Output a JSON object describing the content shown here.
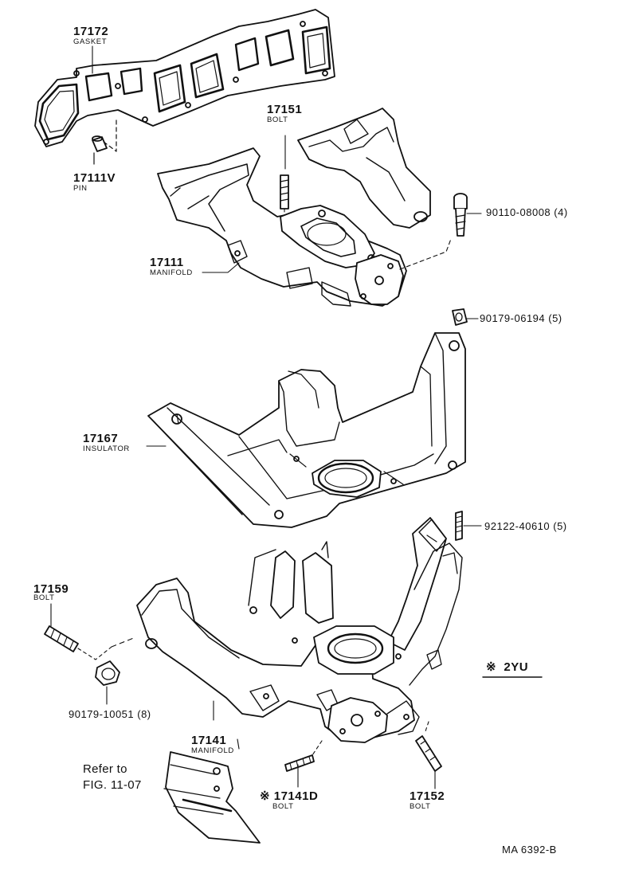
{
  "diagram_code": "MA 6392-B",
  "note": {
    "mark": "※",
    "text": "2YU"
  },
  "refer": {
    "line1": "Refer to",
    "line2": "FIG. 11-07"
  },
  "parts": {
    "gasket": {
      "number": "17172",
      "name": "GASKET"
    },
    "pin": {
      "number": "17111V",
      "name": "PIN"
    },
    "bolt_17151": {
      "number": "17151",
      "name": "BOLT"
    },
    "bolt_90110": {
      "number": "90110-08008 (4)"
    },
    "manifold_17111": {
      "number": "17111",
      "name": "MANIFOLD"
    },
    "nut_90179_06194": {
      "number": "90179-06194 (5)"
    },
    "insulator": {
      "number": "17167",
      "name": "INSULATOR"
    },
    "stud_92122": {
      "number": "92122-40610 (5)"
    },
    "bolt_17159": {
      "number": "17159",
      "name": "BOLT"
    },
    "nut_90179_10051": {
      "number": "90179-10051 (8)"
    },
    "manifold_17141": {
      "number": "17141",
      "name": "MANIFOLD"
    },
    "bolt_17141d": {
      "mark": "※",
      "number": "17141D",
      "name": "BOLT"
    },
    "bolt_17152": {
      "number": "17152",
      "name": "BOLT"
    }
  }
}
